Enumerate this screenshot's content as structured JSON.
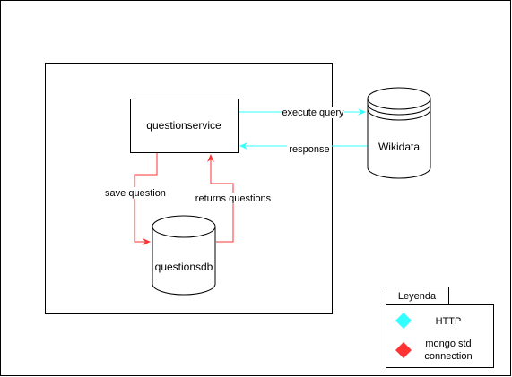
{
  "colors": {
    "http": "#33ffff",
    "mongo": "#ff3333",
    "stroke": "#000000",
    "background": "#ffffff"
  },
  "nodes": {
    "questionservice": {
      "label": "questionservice",
      "shape": "rectangle"
    },
    "wikidata": {
      "label": "Wikidata",
      "shape": "cylinder"
    },
    "questionsdb": {
      "label": "questionsdb",
      "shape": "cylinder"
    }
  },
  "edges": {
    "execute_query": {
      "label": "execute query",
      "from": "questionservice",
      "to": "wikidata",
      "type": "HTTP"
    },
    "response": {
      "label": "response",
      "from": "wikidata",
      "to": "questionservice",
      "type": "HTTP"
    },
    "save_question": {
      "label": "save question",
      "from": "questionservice",
      "to": "questionsdb",
      "type": "mongo std connection"
    },
    "returns_questions": {
      "label": "returns questions",
      "from": "questionsdb",
      "to": "questionservice",
      "type": "mongo std connection"
    }
  },
  "legend": {
    "title": "Leyenda",
    "items": [
      {
        "label": "HTTP",
        "color": "#33ffff",
        "icon": "diamond-icon"
      },
      {
        "label_line1": "mongo std",
        "label_line2": "connection",
        "color": "#ff3333",
        "icon": "diamond-icon"
      }
    ]
  }
}
